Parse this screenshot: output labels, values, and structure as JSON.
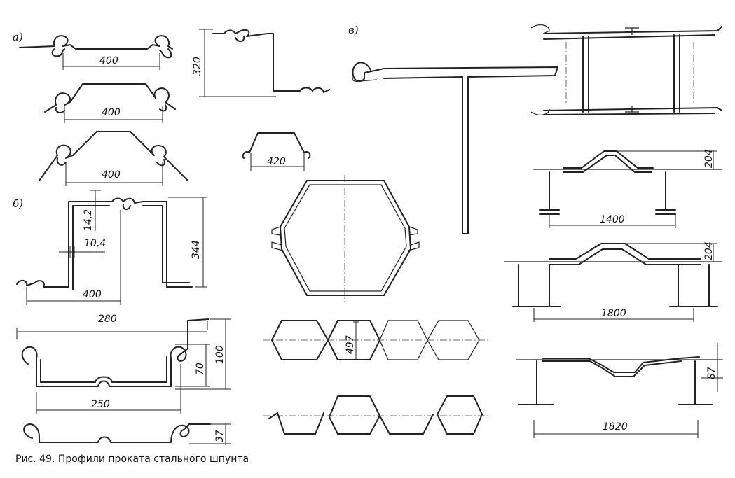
{
  "caption": "Рис. 49. Профили проката стального шпунта",
  "sections": {
    "a": "а)",
    "b": "б)",
    "v": "в)"
  },
  "dimensions": {
    "a1_width": "400",
    "a2_width": "400",
    "a3_width": "400",
    "z_height": "320",
    "u_width": "420",
    "b_flange": "14,2",
    "b_web": "10,4",
    "b_height": "344",
    "b_width": "400",
    "trough_width_top": "280",
    "trough_width_bottom": "250",
    "trough_inner": "70",
    "trough_height": "100",
    "flat_height": "37",
    "hex_height": "497",
    "v1_height": "204",
    "v1_width": "1400",
    "v2_height": "204",
    "v2_width": "1800",
    "v3_height": "87",
    "v3_width": "1820"
  }
}
